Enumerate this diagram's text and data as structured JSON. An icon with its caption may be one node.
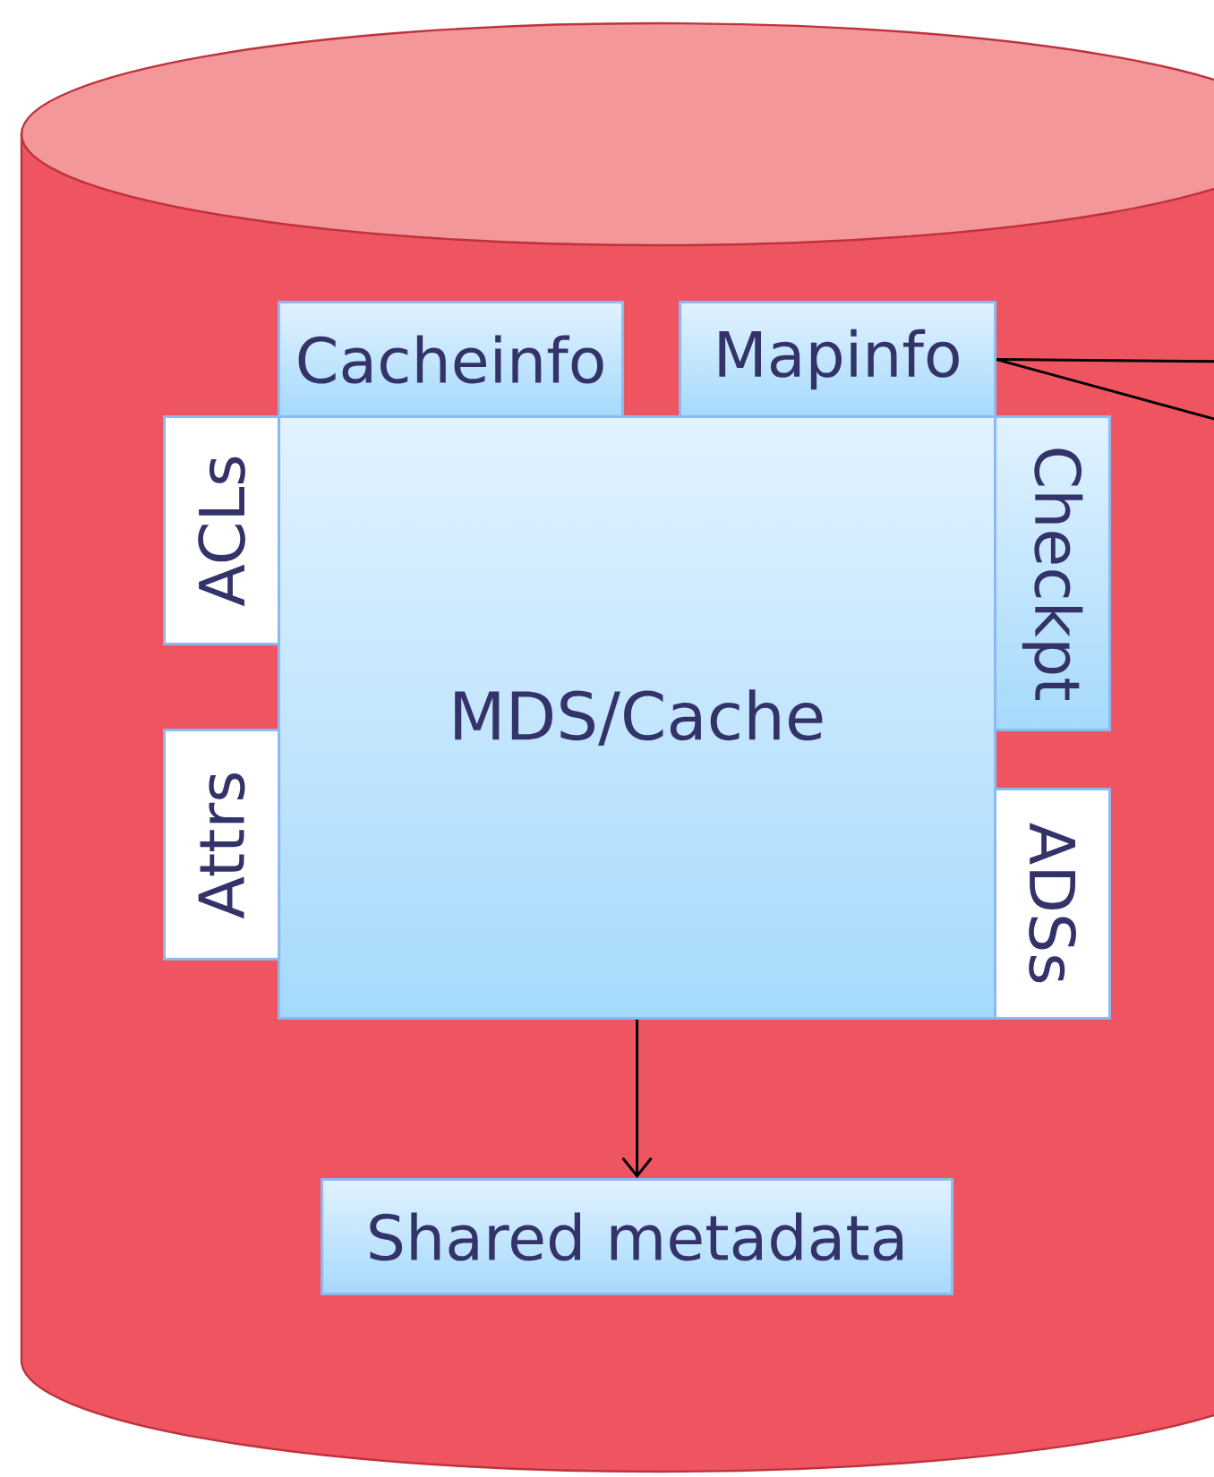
{
  "diagram": {
    "nodes": [
      {
        "text": [],
        "shape": "cylinder"
      },
      {
        "text": [
          "Cacheinfo"
        ],
        "in": 0
      },
      {
        "text": [
          "Mapinfo"
        ],
        "in": 0
      },
      {
        "text": [
          "ACLs"
        ],
        "in": 0
      },
      {
        "text": [
          "MDS/Cache"
        ],
        "in": 0
      },
      {
        "text": [
          "Checkpt"
        ],
        "in": 0
      },
      {
        "text": [
          "Attrs"
        ],
        "in": 0
      },
      {
        "text": [
          "ADSs"
        ],
        "in": 0
      },
      {
        "text": [
          "Shared metadata"
        ],
        "in": 0
      }
    ],
    "edges": [
      {
        "from": 2,
        "to": null,
        "arrow": "none"
      },
      {
        "from": 2,
        "to": null,
        "arrow": "none"
      },
      {
        "from": 4,
        "to": 8,
        "arrow": "to"
      }
    ]
  }
}
